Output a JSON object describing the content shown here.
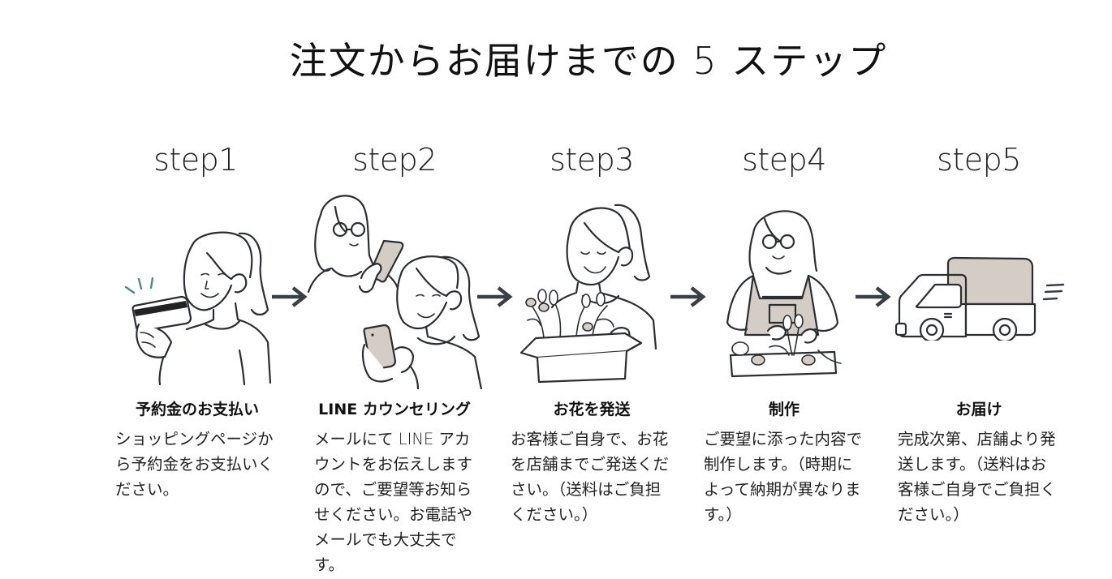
{
  "title": "注文からお届けまでの 5 ステップ",
  "colors": {
    "arrow": "#3a3f47",
    "accent_beige": "#d4cdc6",
    "sparkle_teal": "#4a8a86",
    "line": "#2b2e33"
  },
  "steps": [
    {
      "label": "step1",
      "title": "予約金のお支払い",
      "description": "ショッピングページから予約金をお支払いください。",
      "illustration": "woman-holding-credit-card"
    },
    {
      "label": "step2",
      "title": "LINE カウンセリング",
      "description": "メールにて LINE アカウントをお伝えしますので、ご要望等お知らせください。お電話やメールでも大丈夫です。",
      "illustration": "two-women-using-smartphones"
    },
    {
      "label": "step3",
      "title": "お花を発送",
      "description": "お客様ご自身で、お花を店舗までご発送ください。（送料はご負担ください。）",
      "illustration": "woman-packing-flowers-in-box"
    },
    {
      "label": "step4",
      "title": "制作",
      "description": "ご要望に添った内容で制作します。（時期によって納期が異なります。）",
      "illustration": "florist-arranging-flowers"
    },
    {
      "label": "step5",
      "title": "お届け",
      "description": "完成次第、店舗より発送します。（送料はお客様ご自身でご負担ください。）",
      "illustration": "delivery-truck"
    }
  ],
  "arrow_icon": "arrow-right-icon"
}
